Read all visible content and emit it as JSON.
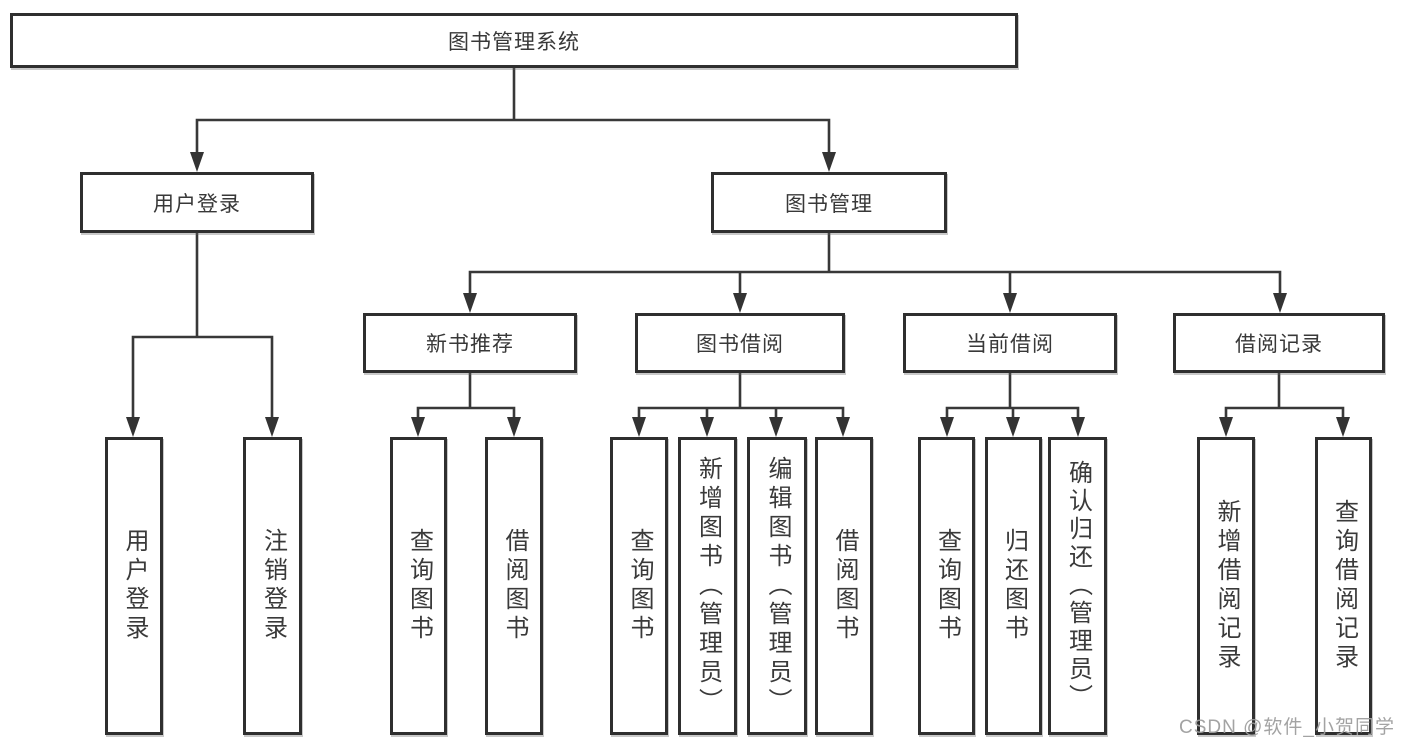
{
  "tree": {
    "root": {
      "label": "图书管理系统",
      "children": [
        {
          "label": "用户登录",
          "children": [
            {
              "label": "用户登录"
            },
            {
              "label": "注销登录"
            }
          ]
        },
        {
          "label": "图书管理",
          "children": [
            {
              "label": "新书推荐",
              "children": [
                {
                  "label": "查询图书"
                },
                {
                  "label": "借阅图书"
                }
              ]
            },
            {
              "label": "图书借阅",
              "children": [
                {
                  "label": "查询图书"
                },
                {
                  "label": "新增图书（管理员）"
                },
                {
                  "label": "编辑图书（管理员）"
                },
                {
                  "label": "借阅图书"
                }
              ]
            },
            {
              "label": "当前借阅",
              "children": [
                {
                  "label": "查询图书"
                },
                {
                  "label": "归还图书"
                },
                {
                  "label": "确认归还（管理员）"
                }
              ]
            },
            {
              "label": "借阅记录",
              "children": [
                {
                  "label": "新增借阅记录"
                },
                {
                  "label": "查询借阅记录"
                }
              ]
            }
          ]
        }
      ]
    }
  },
  "watermark": {
    "text": "CSDN @软件_小贺同学"
  },
  "colors": {
    "box_border": "#2f2f2f",
    "line": "#383838",
    "text": "#3a3a3a",
    "watermark": "#9e9e9e",
    "background": "#ffffff"
  }
}
